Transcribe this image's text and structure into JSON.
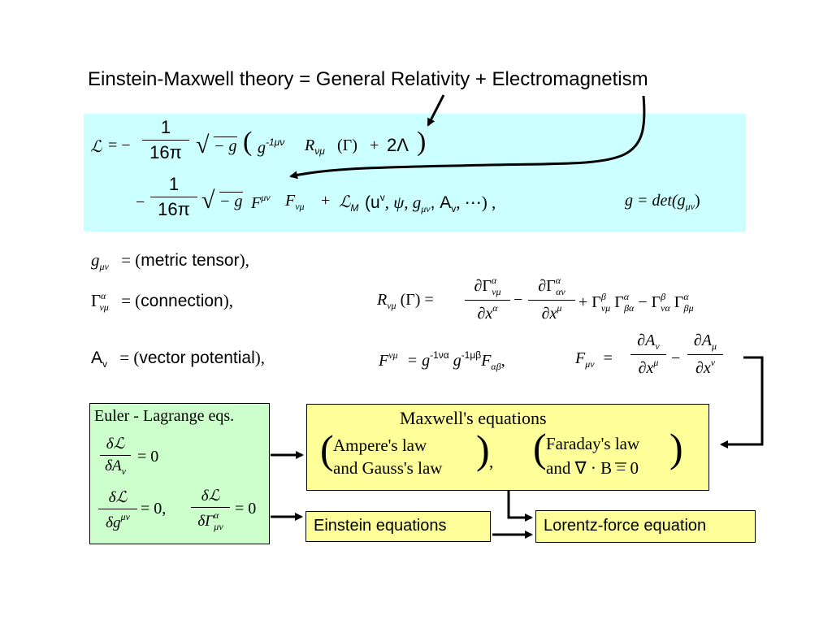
{
  "title": "Einstein-Maxwell theory = General Relativity + Electromagnetism",
  "lagrangian": {
    "line1": {
      "L": "ℒ",
      "eq": "= −",
      "num": "1",
      "den": "16π",
      "sqrt": "√",
      "sqrt_arg": "− g",
      "open_paren": "(",
      "g": "g",
      "g_sup": "-1μν",
      "R": "R",
      "R_sub": "νμ",
      "Gamma_arg": "(Γ)",
      "plus": "+",
      "twoLambda": "2Λ",
      "close_paren": ")"
    },
    "line2": {
      "minus": "−",
      "num": "1",
      "den": "16π",
      "sqrt": "√",
      "sqrt_arg": "− g",
      "F": "F",
      "F_sup": "μν",
      "F2": "F",
      "F2_sub": "νμ",
      "plus": "+",
      "LM": "ℒ",
      "LM_sub": "M",
      "args_open": "(u",
      "u_sup": "v",
      "args_mid": ", ψ, g",
      "g_sub": "μν",
      "A": ", A",
      "A_sub": "v",
      "args_close": ", ⋯) ,",
      "det": "g = det(g",
      "det_sub": "μν",
      "det_close": ")"
    }
  },
  "definitions": {
    "metric": {
      "sym": "g",
      "sub": "μν",
      "rhs_open": "= (",
      "text": "metric  tensor",
      "rhs_close": "),"
    },
    "connection": {
      "sym": "Γ",
      "sup": "α",
      "sub": "νμ",
      "rhs_open": "= (",
      "text": "connection",
      "rhs_close": "),"
    },
    "vector": {
      "sym": "A",
      "sub": "v",
      "rhs_open": "= (",
      "text": "vector  potential",
      "rhs_close": "),"
    }
  },
  "ricci": {
    "lhs": "R",
    "lhs_sub": "νμ",
    "lhs_arg": "(Γ) =",
    "f1_num": "∂Γ",
    "f1_num_sup": "α",
    "f1_num_sub": "νμ",
    "f1_den": "∂x",
    "f1_den_sup": "α",
    "minus": "−",
    "f2_num": "∂Γ",
    "f2_num_sup": "α",
    "f2_num_sub": "αν",
    "f2_den": "∂x",
    "f2_den_sup": "μ",
    "tail": "+ Γ",
    "t1_sup": "β",
    "t1_sub": "νμ",
    "t2": "Γ",
    "t2_sup": "α",
    "t2_sub": "βα",
    "t3": "− Γ",
    "t3_sup": "β",
    "t3_sub": "να",
    "t4": "Γ",
    "t4_sup": "α",
    "t4_sub": "βμ"
  },
  "field": {
    "F": "F",
    "F_sup": "νμ",
    "eq": "= g",
    "g1_sup": "-1να",
    "g2": "g",
    "g2_sup": "-1μβ",
    "F2": "F",
    "F2_sub": "αβ",
    "comma": ",",
    "F3": "F",
    "F3_sub": "μν",
    "eq2": "=",
    "f1_num": "∂A",
    "f1_num_sub": "ν",
    "f1_den": "∂x",
    "f1_den_sup": "μ",
    "minus": "−",
    "f2_num": "∂A",
    "f2_num_sub": "μ",
    "f2_den": "∂x",
    "f2_den_sup": "ν"
  },
  "euler_lagrange": {
    "title": "Euler - Lagrange eqs.",
    "e1_num": "δℒ",
    "e1_den": "δA",
    "e1_den_sub": "ν",
    "e1_rhs": "= 0",
    "e2_num": "δℒ",
    "e2_den": "δg",
    "e2_den_sup": "μν",
    "e2_rhs": "= 0,",
    "e3_num": "δℒ",
    "e3_den": "δΓ",
    "e3_den_sup": "α",
    "e3_den_sub": "μν",
    "e3_rhs": "= 0"
  },
  "maxwell": {
    "title": "Maxwell's equations",
    "left_l1": "Ampere's law",
    "left_l2": "and Gauss's law",
    "comma": ",",
    "right_l1": "Faraday's law",
    "right_l2": "and ∇ · B = 0"
  },
  "einstein": {
    "label": "Einstein equations"
  },
  "lorentz": {
    "label": "Lorentz-force equation"
  }
}
